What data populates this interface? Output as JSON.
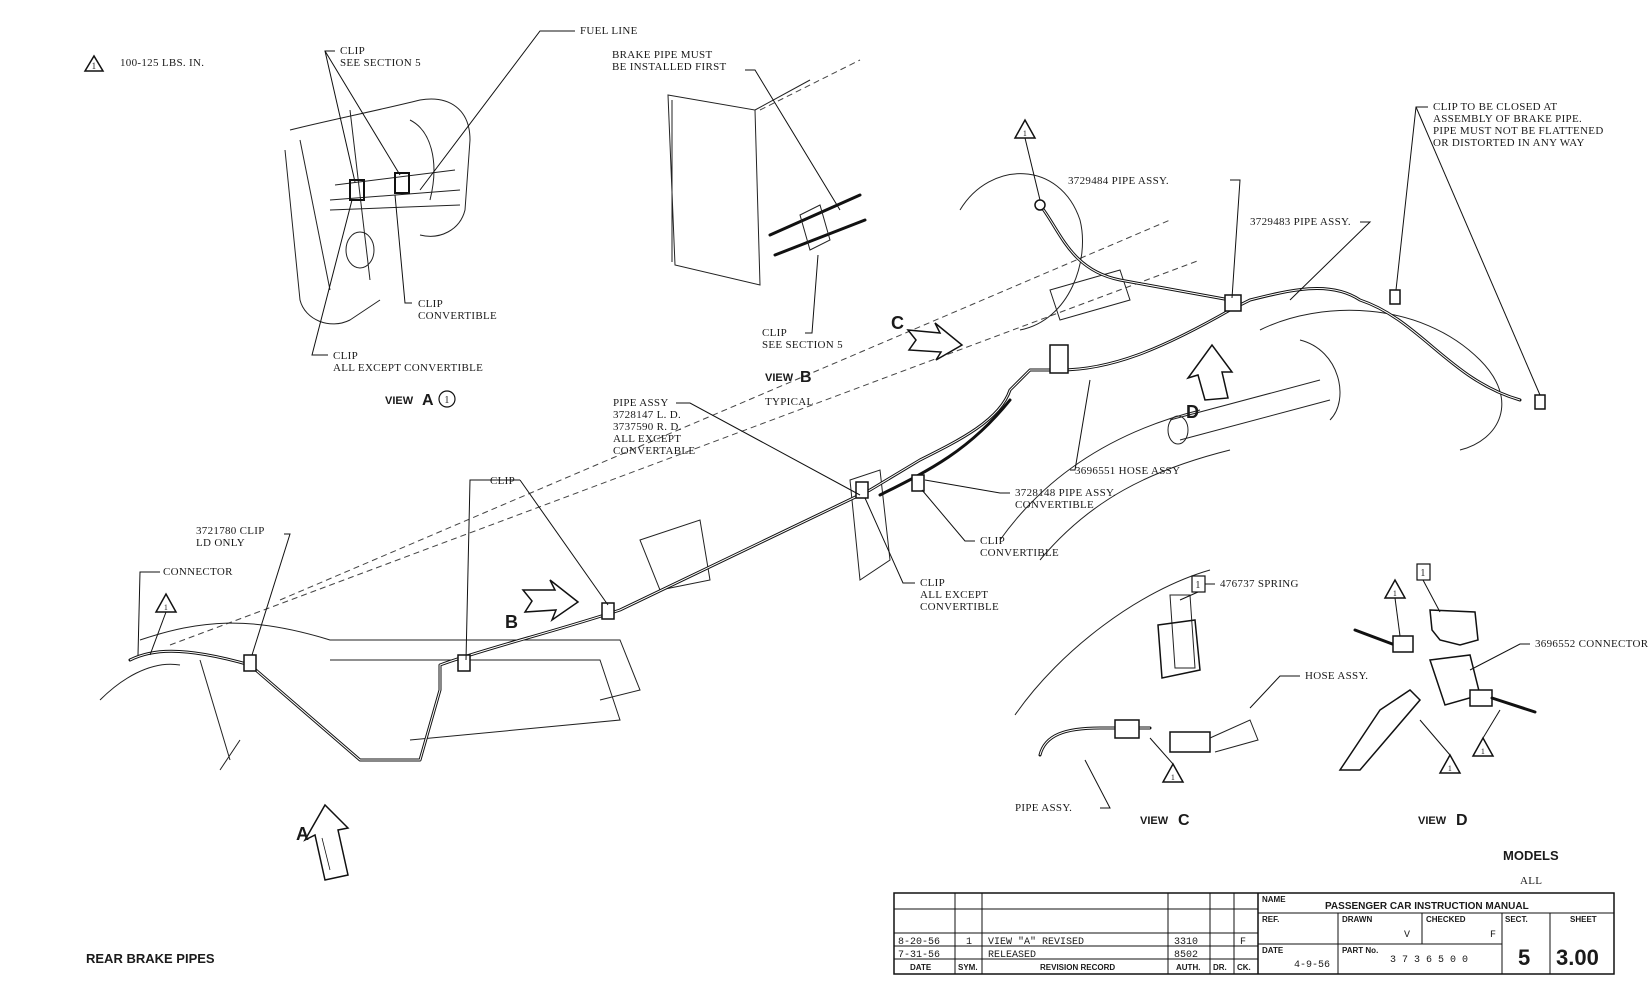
{
  "notes": {
    "torque_symbol": "1",
    "torque_spec": "100-125 LBS. IN."
  },
  "view_a": {
    "fuel_line": "FUEL LINE",
    "clip_top_1": "CLIP",
    "clip_top_2": "SEE SECTION 5",
    "clip_conv_1": "CLIP",
    "clip_conv_2": "CONVERTIBLE",
    "clip_all_1": "CLIP",
    "clip_all_2": "ALL EXCEPT CONVERTIBLE",
    "caption_prefix": "VIEW",
    "caption_letter": "A",
    "caption_ref": "1"
  },
  "view_b": {
    "brake_pipe_1": "BRAKE PIPE MUST",
    "brake_pipe_2": "BE INSTALLED FIRST",
    "clip_1": "CLIP",
    "clip_2": "SEE SECTION 5",
    "caption_prefix": "VIEW",
    "caption_letter": "B",
    "caption_sub": "TYPICAL"
  },
  "main": {
    "pipe_3729484": "3729484 PIPE ASSY.",
    "pipe_3729483": "3729483 PIPE ASSY.",
    "clip_closed_1": "CLIP TO BE CLOSED AT",
    "clip_closed_2": "ASSEMBLY OF BRAKE PIPE.",
    "clip_closed_3": "PIPE MUST NOT BE FLATTENED",
    "clip_closed_4": "OR DISTORTED IN ANY WAY",
    "pipe_assy_1": "PIPE ASSY",
    "pipe_assy_2": "3728147 L. D.",
    "pipe_assy_3": "3737590 R. D.",
    "pipe_assy_4": "ALL EXCEPT",
    "pipe_assy_5": "CONVERTABLE",
    "hose_3696551": "3696551 HOSE ASSY",
    "pipe_3728148_1": "3728148 PIPE ASSY.",
    "pipe_3728148_2": "CONVERTIBLE",
    "clip_conv_1": "CLIP",
    "clip_conv_2": "CONVERTIBLE",
    "clip_exc_1": "CLIP",
    "clip_exc_2": "ALL EXCEPT",
    "clip_exc_3": "CONVERTIBLE",
    "clip_mid": "CLIP",
    "clip_3721780_1": "3721780 CLIP",
    "clip_3721780_2": "LD ONLY",
    "connector": "CONNECTOR",
    "arrow_a": "A",
    "arrow_b": "B",
    "arrow_c": "C",
    "arrow_d": "D"
  },
  "view_c": {
    "spring_ref": "1",
    "spring": "476737 SPRING",
    "hose": "HOSE ASSY.",
    "pipe": "PIPE ASSY.",
    "caption_prefix": "VIEW",
    "caption_letter": "C"
  },
  "view_d": {
    "ref": "1",
    "connector": "3696552 CONNECTOR",
    "caption_prefix": "VIEW",
    "caption_letter": "D"
  },
  "models": {
    "label": "MODELS",
    "value": "ALL"
  },
  "title": "REAR BRAKE PIPES",
  "title_block": {
    "name_label": "NAME",
    "name": "PASSENGER CAR INSTRUCTION MANUAL",
    "ref_label": "REF.",
    "drawn_label": "DRAWN",
    "drawn_value": "V",
    "checked_label": "CHECKED",
    "checked_value": "F",
    "sect_label": "SECT.",
    "sect_value": "5",
    "sheet_label": "SHEET",
    "sheet_value": "3.00",
    "date_label": "DATE",
    "date_value": "4-9-56",
    "part_label": "PART No.",
    "part_value": "3 7 3 6 5 0 0",
    "revisions": [
      {
        "date": "8-20-56",
        "sym": "1",
        "record": "VIEW \"A\" REVISED",
        "auth": "3310",
        "ch": "F"
      },
      {
        "date": "7-31-56",
        "sym": "",
        "record": "RELEASED",
        "auth": "8502",
        "ch": ""
      }
    ],
    "col_date": "DATE",
    "col_sym": "SYM.",
    "col_record": "REVISION RECORD",
    "col_auth": "AUTH.",
    "col_dr": "DR.",
    "col_ck": "CK."
  }
}
